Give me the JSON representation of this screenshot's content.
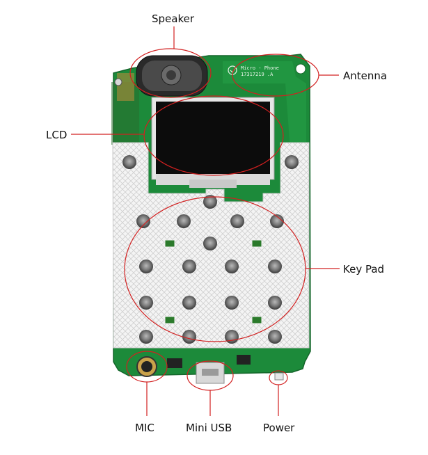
{
  "labels": {
    "speaker": "Speaker",
    "antenna": "Antenna",
    "lcd": "LCD",
    "keypad": "Key Pad",
    "mic": "MIC",
    "mini_usb": "Mini USB",
    "power": "Power"
  },
  "board_silkscreen": {
    "line1": "Micro - Phone",
    "line2": "17317219 .A"
  },
  "colors": {
    "pcb": "#1c8a3a",
    "callout": "#d22020",
    "keypad_frame": "#e9e9e9"
  }
}
